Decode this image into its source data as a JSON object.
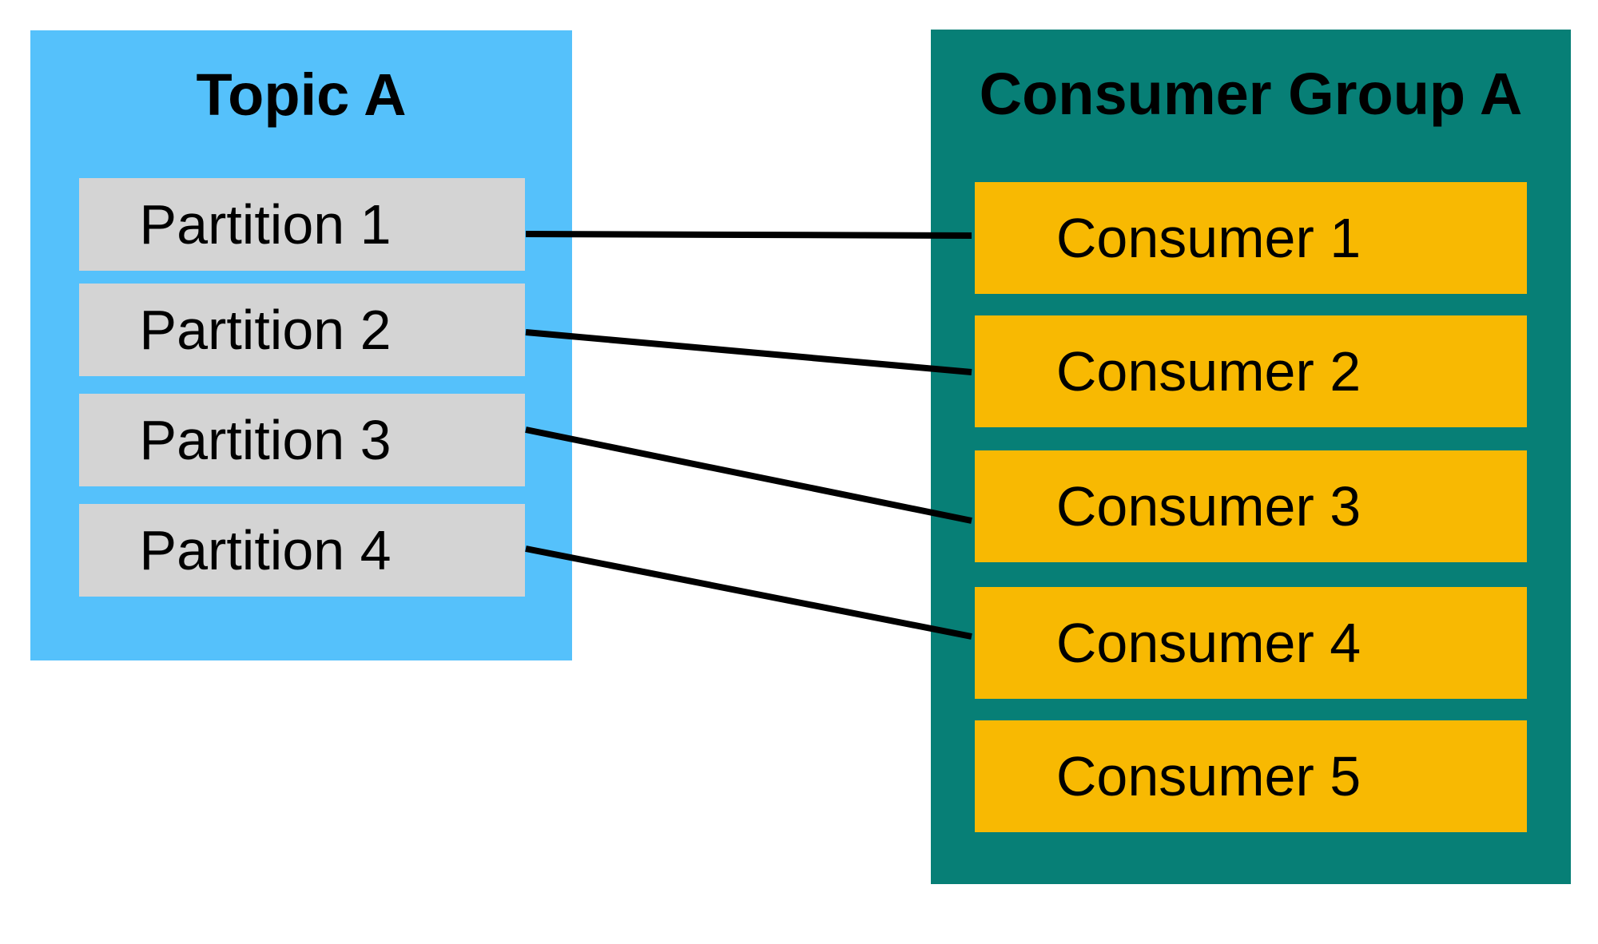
{
  "topic": {
    "title": "Topic A",
    "fill": "#55C1FB",
    "partition_fill": "#D4D4D4",
    "partitions": [
      {
        "id": "p1",
        "label": "Partition 1"
      },
      {
        "id": "p2",
        "label": "Partition 2"
      },
      {
        "id": "p3",
        "label": "Partition 3"
      },
      {
        "id": "p4",
        "label": "Partition 4"
      }
    ]
  },
  "consumer_group": {
    "title": "Consumer Group A",
    "fill": "#077F76",
    "consumer_fill": "#F8B902",
    "consumers": [
      {
        "id": "c1",
        "label": "Consumer 1"
      },
      {
        "id": "c2",
        "label": "Consumer 2"
      },
      {
        "id": "c3",
        "label": "Consumer 3"
      },
      {
        "id": "c4",
        "label": "Consumer 4"
      },
      {
        "id": "c5",
        "label": "Consumer 5"
      }
    ]
  },
  "connections": [
    {
      "from": "p1",
      "to": "c1"
    },
    {
      "from": "p2",
      "to": "c2"
    },
    {
      "from": "p3",
      "to": "c3"
    },
    {
      "from": "p4",
      "to": "c4"
    }
  ],
  "connector": {
    "color": "#000000",
    "width": 8
  },
  "text_color": "#000000"
}
